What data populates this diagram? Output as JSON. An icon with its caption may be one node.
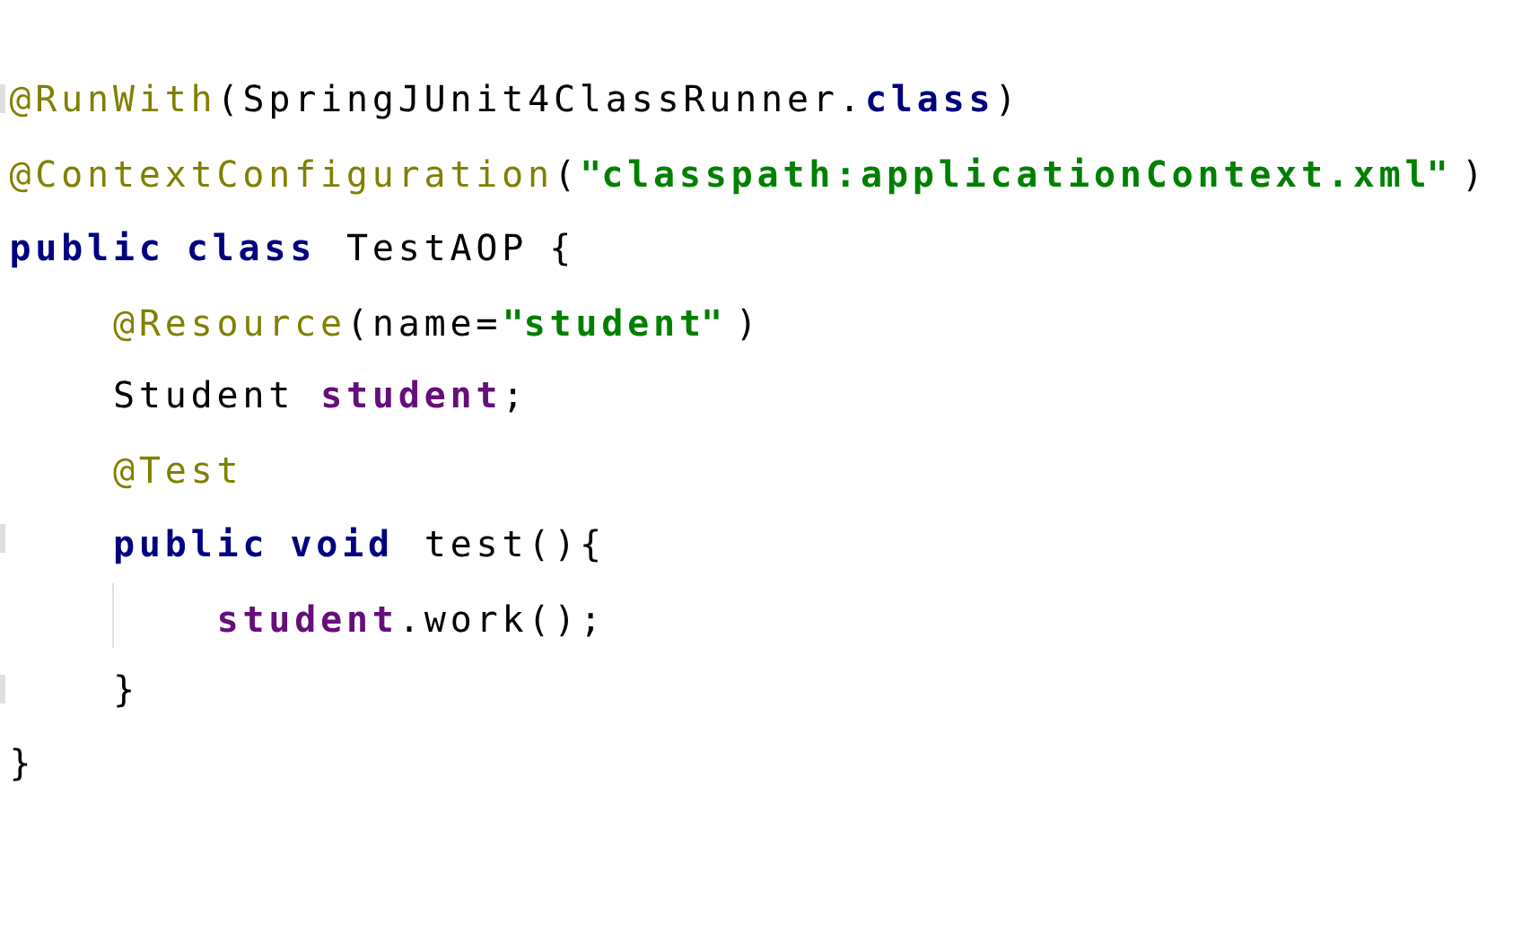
{
  "diagram": {
    "labels": [
      "@RunWith",
      "(SpringJUnit4ClassRunner.",
      "class",
      ")",
      "@ContextConfiguration",
      "(",
      "\"classpath:applicationContext.xml\"",
      ")",
      "public class",
      "TestAOP {",
      "@Resource",
      "(name=",
      "\"student\"",
      ")",
      "Student",
      "student",
      ";",
      "@Test",
      "public void",
      "test(){",
      "student",
      ".work();",
      "}",
      "}"
    ]
  }
}
